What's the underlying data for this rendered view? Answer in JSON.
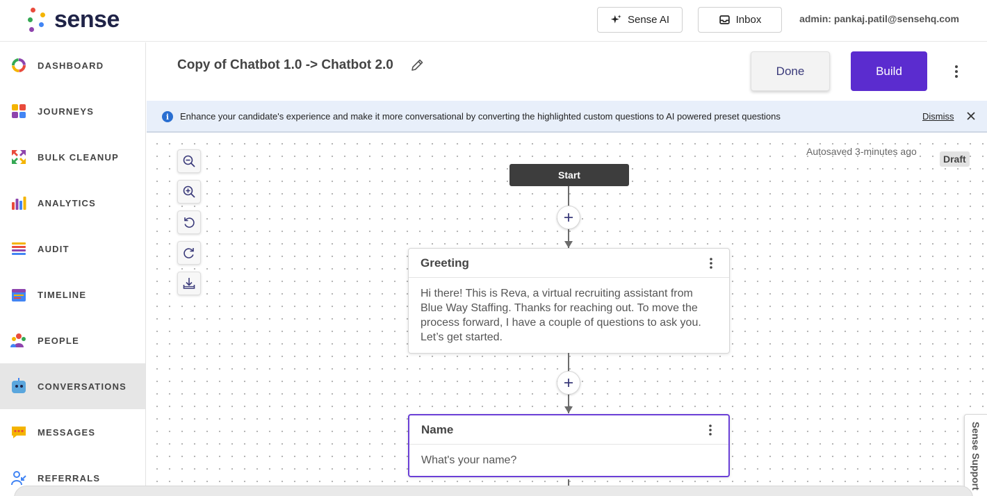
{
  "header": {
    "logo_text": "sense",
    "sense_ai_label": "Sense AI",
    "inbox_label": "Inbox",
    "admin_text": "admin: pankaj.patil@sensehq.com",
    "icons": {
      "sense_ai": "sparkle-icon",
      "inbox": "inbox-tray-icon"
    }
  },
  "sidebar": {
    "items": [
      {
        "label": "DASHBOARD",
        "icon": "dashboard-ring-icon"
      },
      {
        "label": "JOURNEYS",
        "icon": "journeys-grid-icon"
      },
      {
        "label": "BULK CLEANUP",
        "icon": "bulk-cleanup-arrows-icon"
      },
      {
        "label": "ANALYTICS",
        "icon": "analytics-bars-icon"
      },
      {
        "label": "AUDIT",
        "icon": "audit-list-icon"
      },
      {
        "label": "TIMELINE",
        "icon": "timeline-calendar-icon"
      },
      {
        "label": "PEOPLE",
        "icon": "people-group-icon"
      },
      {
        "label": "CONVERSATIONS",
        "icon": "conversations-bot-icon",
        "active": true
      },
      {
        "label": "MESSAGES",
        "icon": "messages-bubble-icon"
      },
      {
        "label": "REFERRALS",
        "icon": "referrals-person-icon"
      }
    ]
  },
  "titlebar": {
    "title": "Copy of Chatbot 1.0 -> Chatbot 2.0",
    "done_label": "Done",
    "build_label": "Build"
  },
  "banner": {
    "text": "Enhance your candidate's experience and make it more conversational by converting the highlighted custom questions to AI powered preset questions",
    "dismiss_label": "Dismiss",
    "info_glyph": "i"
  },
  "canvas": {
    "autosave_text": "Autosaved 3-minutes ago",
    "status_badge": "Draft",
    "start_label": "Start",
    "tools": [
      "zoom-out-icon",
      "zoom-in-icon",
      "undo-icon",
      "redo-icon",
      "download-icon"
    ],
    "cards": [
      {
        "title": "Greeting",
        "body": "Hi there! This is Reva, a virtual recruiting assistant from Blue Way Staffing. Thanks for reaching out. To move the process forward, I have a couple of questions to ask you. Let’s get started."
      },
      {
        "title": "Name",
        "body": "What's your name?",
        "selected": true
      }
    ],
    "support_label": "Sense Support"
  },
  "colors": {
    "brand_purple": "#5b2ccf",
    "selected_border": "#6a3fd6",
    "banner_bg": "#e8effa",
    "info_blue": "#2a6fd1",
    "start_node": "#3d3d3d"
  }
}
